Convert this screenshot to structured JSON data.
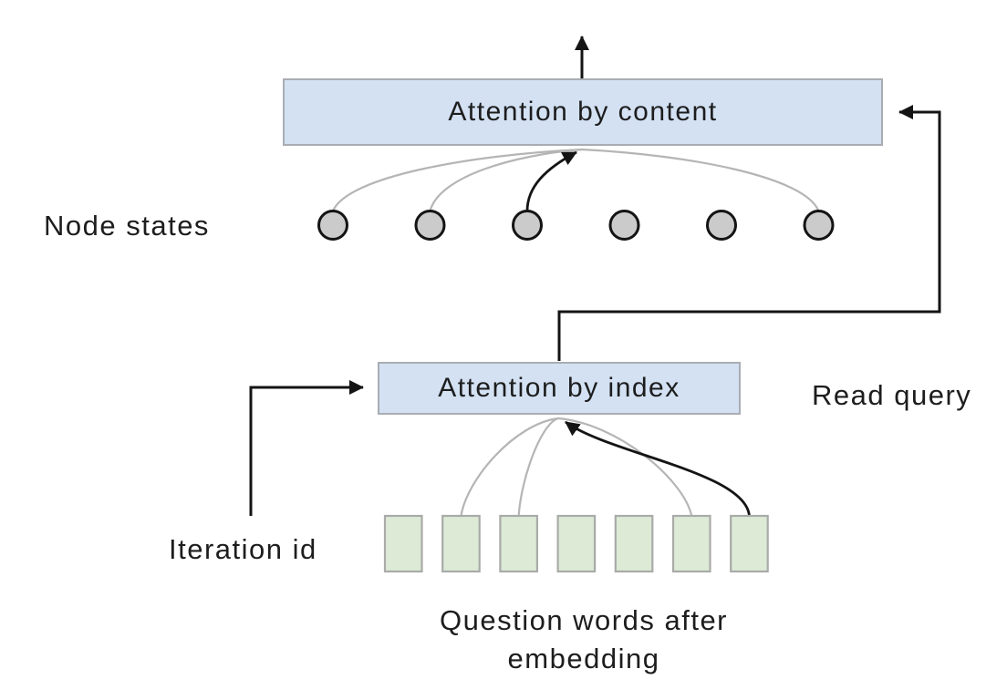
{
  "content_attention": {
    "label": "Attention by content"
  },
  "index_attention": {
    "label": "Attention by index"
  },
  "labels": {
    "node_states": "Node states",
    "read_query": "Read query",
    "iteration_id": "Iteration id",
    "caption": "Question words after embedding"
  },
  "node_states": {
    "count": 6
  },
  "question_words": {
    "count": 7
  },
  "edges": {
    "nodes_to_content": [
      {
        "from": 0,
        "style": "inactive"
      },
      {
        "from": 1,
        "style": "inactive"
      },
      {
        "from": 2,
        "style": "active"
      },
      {
        "from": 5,
        "style": "inactive"
      }
    ],
    "words_to_index": [
      {
        "from": 1,
        "style": "inactive"
      },
      {
        "from": 2,
        "style": "inactive"
      },
      {
        "from": 5,
        "style": "inactive"
      },
      {
        "from": 6,
        "style": "active"
      }
    ]
  },
  "colors": {
    "background": "#ffffff",
    "box_fill": "#d3e1f3",
    "box_border": "#a9adb3",
    "word_fill": "#dcead6",
    "word_border": "#a9aba8",
    "node_fill": "#cbcbcb",
    "node_border": "#141414",
    "inactive_edge": "#b5b5b5",
    "active_edge": "#141414",
    "text": "#1d1d1d"
  }
}
